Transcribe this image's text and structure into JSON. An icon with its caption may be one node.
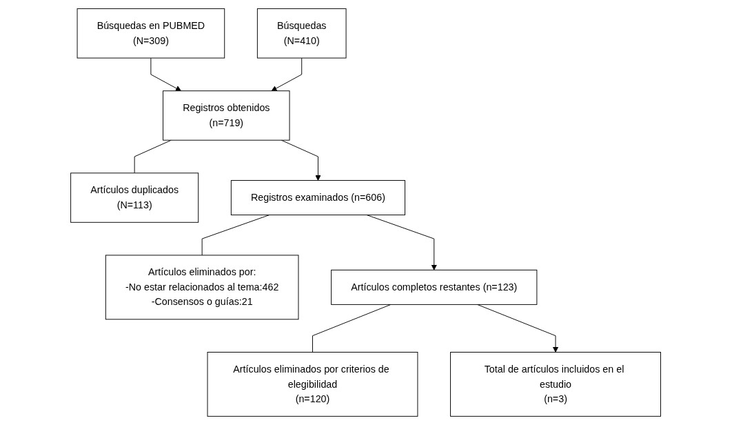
{
  "diagram": {
    "nodes": [
      {
        "text": [
          "Búsquedas en PUBMED",
          "(N=309)"
        ]
      },
      {
        "text": [
          "Búsquedas",
          "(N=410)"
        ]
      },
      {
        "text": [
          "Registros obtenidos",
          "(n=719)"
        ]
      },
      {
        "text": [
          "Artículos duplicados",
          "(N=113)"
        ]
      },
      {
        "text": [
          "Registros examinados (n=606)"
        ]
      },
      {
        "text": [
          "Artículos eliminados por:",
          "-No estar relacionados al tema:462",
          "-Consensos o guías:21"
        ]
      },
      {
        "text": [
          "Artículos eliminados por criterios de elegibilidad",
          "(n=120)"
        ]
      },
      {
        "text": [
          "Artículos completos restantes (n=123)"
        ]
      },
      {
        "text": [
          "Total de artículos incluidos en el estudio",
          "(n=3)"
        ]
      }
    ],
    "edges": [
      {
        "from": 0,
        "to": 2,
        "arrow": "to"
      },
      {
        "from": 1,
        "to": 2,
        "arrow": "to"
      },
      {
        "from": 2,
        "to": 3,
        "arrow": "none"
      },
      {
        "from": 2,
        "to": 4,
        "arrow": "to"
      },
      {
        "from": 4,
        "to": 5,
        "arrow": "none"
      },
      {
        "from": 4,
        "to": 7,
        "arrow": "to"
      },
      {
        "from": 7,
        "to": 6,
        "arrow": "none"
      },
      {
        "from": 7,
        "to": 8,
        "arrow": "to"
      }
    ]
  }
}
